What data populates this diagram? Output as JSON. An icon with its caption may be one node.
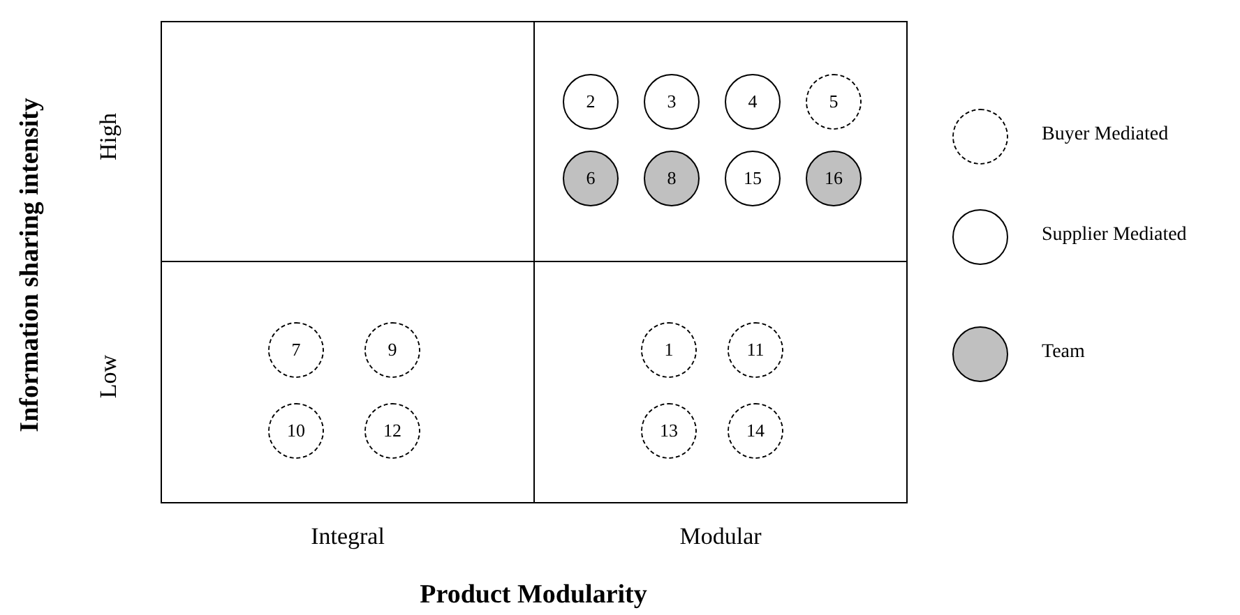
{
  "diagram": {
    "nodes": [
      {
        "text": [],
        "shape": "box"
      },
      {
        "text": [],
        "shape": "box"
      },
      {
        "text": [
          "2"
        ],
        "in": 1
      },
      {
        "text": [
          "3"
        ],
        "in": 1
      },
      {
        "text": [
          "4"
        ],
        "in": 1
      },
      {
        "text": [
          "5"
        ],
        "in": 1
      },
      {
        "text": [
          "6"
        ],
        "in": 1
      },
      {
        "text": [
          "8"
        ],
        "in": 1
      },
      {
        "text": [
          "15"
        ],
        "in": 1
      },
      {
        "text": [
          "16"
        ],
        "in": 1
      },
      {
        "text": [],
        "shape": "box"
      },
      {
        "text": [
          "7"
        ],
        "in": 10
      },
      {
        "text": [
          "9"
        ],
        "in": 10
      },
      {
        "text": [
          "10"
        ],
        "in": 10
      },
      {
        "text": [
          "12"
        ],
        "in": 10
      },
      {
        "text": [],
        "shape": "box"
      },
      {
        "text": [
          "1"
        ],
        "in": 15
      },
      {
        "text": [
          "11"
        ],
        "in": 15
      },
      {
        "text": [
          "13"
        ],
        "in": 15
      },
      {
        "text": [
          "14"
        ],
        "in": 15
      }
    ],
    "edges": [],
    "labels": [
      "Information sharing intensity",
      "High",
      "Low",
      "Integral",
      "Modular",
      "Product Modularity"
    ],
    "legend": [
      {
        "text": "Buyer Mediated"
      },
      {
        "text": "Supplier Mediated"
      },
      {
        "text": "Team",
        "color": "#c0c0c0"
      }
    ]
  }
}
